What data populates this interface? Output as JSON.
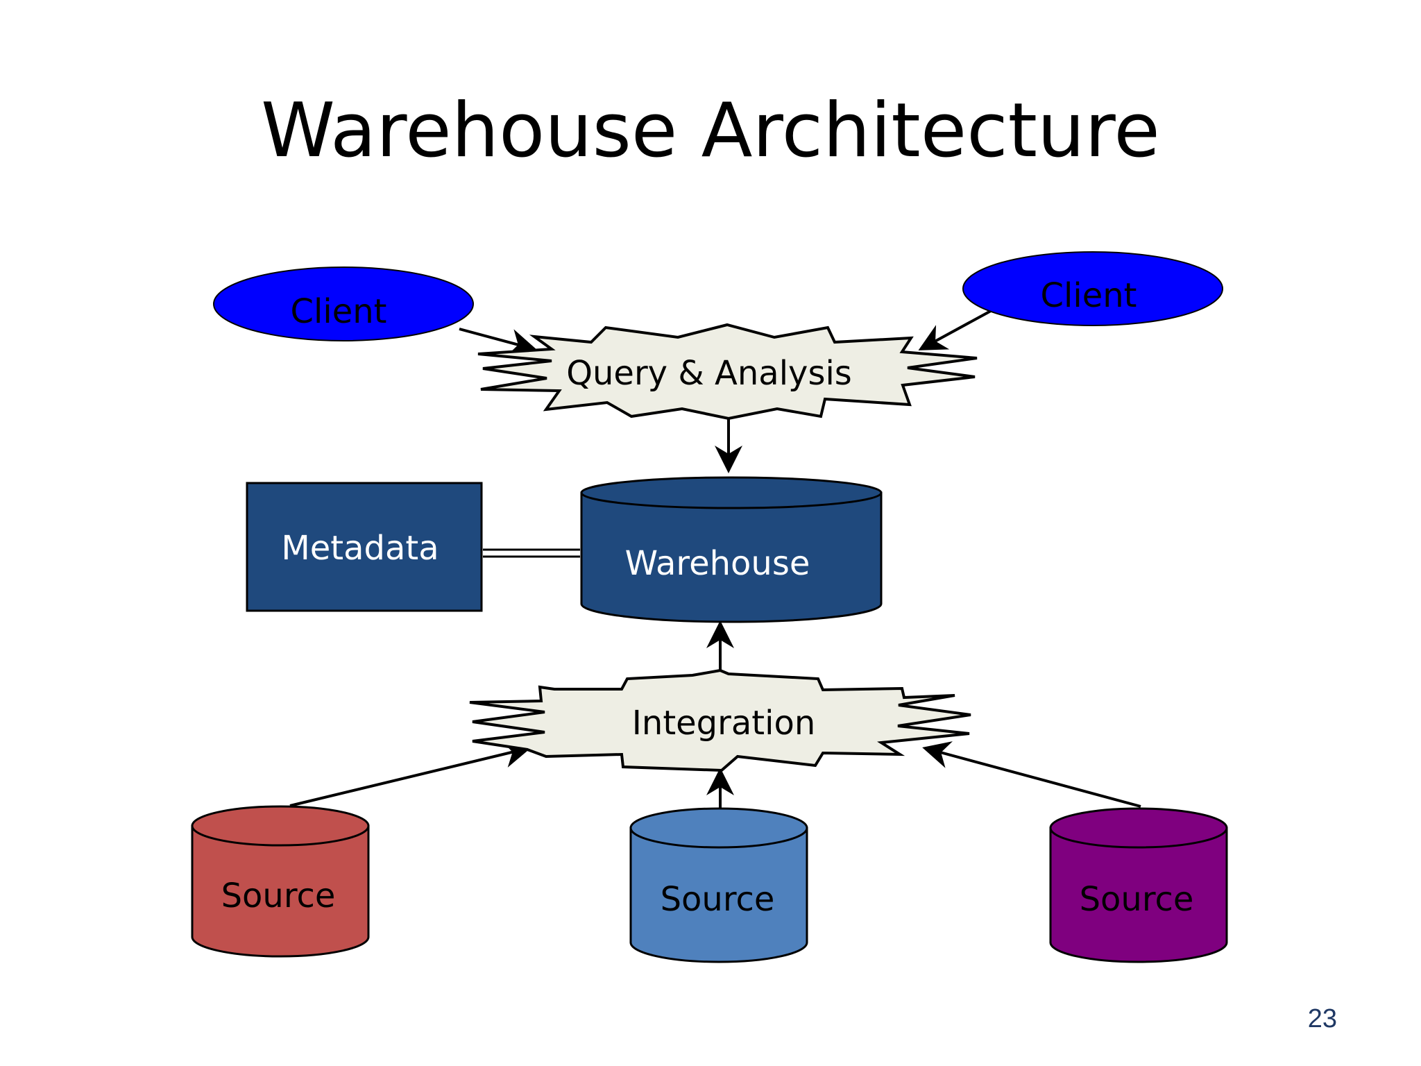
{
  "slide": {
    "title": "Warehouse Architecture",
    "page_number": "23"
  },
  "nodes": {
    "client_left": {
      "label": "Client",
      "fill": "#0000ff",
      "text_color": "#000000"
    },
    "client_right": {
      "label": "Client",
      "fill": "#0000ff",
      "text_color": "#000000"
    },
    "query_analysis": {
      "label": "Query & Analysis",
      "fill": "#eeeee4",
      "text_color": "#000000"
    },
    "metadata": {
      "label": "Metadata",
      "fill": "#1f497d",
      "text_color": "#ffffff"
    },
    "warehouse": {
      "label": "Warehouse",
      "fill": "#1f497d",
      "text_color": "#ffffff"
    },
    "integration": {
      "label": "Integration",
      "fill": "#eeeee4",
      "text_color": "#000000"
    },
    "source_left": {
      "label": "Source",
      "fill": "#c0504d",
      "text_color": "#000000"
    },
    "source_middle": {
      "label": "Source",
      "fill": "#4f81bd",
      "text_color": "#000000"
    },
    "source_right": {
      "label": "Source",
      "fill": "#7f007f",
      "text_color": "#000000"
    }
  },
  "edges": [
    {
      "from": "client_left",
      "to": "query_analysis",
      "style": "arrow"
    },
    {
      "from": "client_right",
      "to": "query_analysis",
      "style": "arrow"
    },
    {
      "from": "query_analysis",
      "to": "warehouse",
      "style": "arrow"
    },
    {
      "from": "metadata",
      "to": "warehouse",
      "style": "double-line"
    },
    {
      "from": "integration",
      "to": "warehouse",
      "style": "arrow"
    },
    {
      "from": "source_left",
      "to": "integration",
      "style": "arrow"
    },
    {
      "from": "source_middle",
      "to": "integration",
      "style": "arrow"
    },
    {
      "from": "source_right",
      "to": "integration",
      "style": "arrow"
    }
  ]
}
